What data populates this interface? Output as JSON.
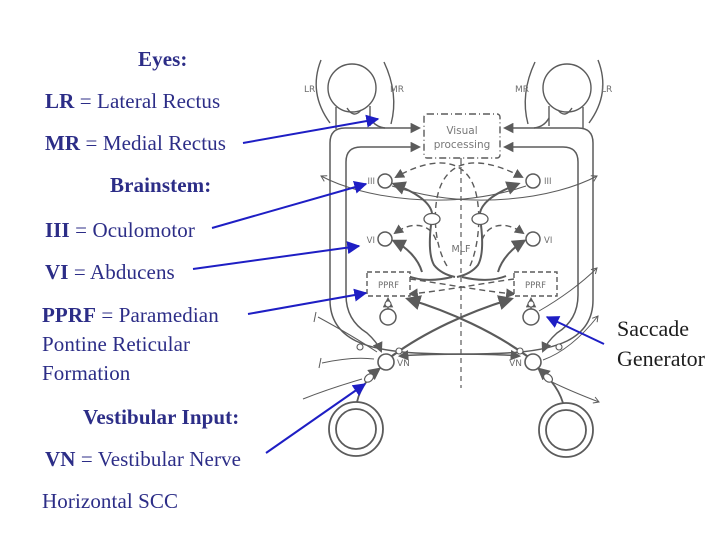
{
  "slide": {
    "background": "#ffffff",
    "legend_color": "#2c2d87",
    "callout_color": "#1d1d1d",
    "arrow_color": "#1e1ec4",
    "diagram_color": "#5b5b5b"
  },
  "legend": {
    "eyes_heading": "Eyes:",
    "lr": {
      "term": "LR",
      "rest": " = Lateral Rectus"
    },
    "mr": {
      "term": "MR",
      "rest": " = Medial Rectus"
    },
    "brainstem_heading": "Brainstem:",
    "iii": {
      "term": "III",
      "rest": " = Oculomotor"
    },
    "vi": {
      "term": "VI",
      "rest": " = Abducens"
    },
    "pprf": {
      "term": "PPRF",
      "rest": " = Paramedian Pontine Reticular Formation"
    },
    "vestibular_heading": "Vestibular Input:",
    "vn": {
      "term": "VN",
      "rest": " = Vestibular Nerve"
    },
    "horizontal_scc": "Horizontal SCC"
  },
  "callout": {
    "line1": "Saccade",
    "line2": "Generator"
  },
  "diagram": {
    "labels": {
      "left_eye_lr": "LR",
      "left_eye_mr": "MR",
      "right_eye_mr": "MR",
      "right_eye_lr": "LR",
      "visual_processing_line1": "Visual",
      "visual_processing_line2": "processing",
      "iii_left": "III",
      "iii_right": "III",
      "vi_left": "VI",
      "vi_right": "VI",
      "mlf": "MLF",
      "pprf_left": "PPRF",
      "pprf_right": "PPRF",
      "vn_left": "VN",
      "vn_right": "VN"
    }
  }
}
